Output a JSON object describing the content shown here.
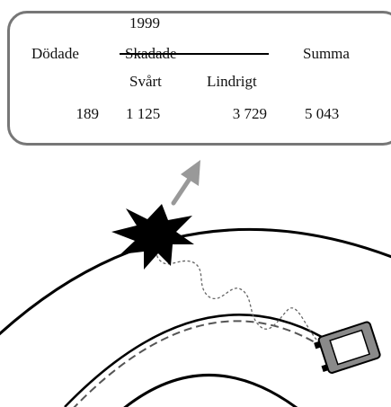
{
  "table": {
    "year": "1999",
    "headers": {
      "dead": "Dödade",
      "injured": "Skadade",
      "severe": "Svårt",
      "minor": "Lindrigt",
      "total": "Summa"
    },
    "values": {
      "dead": "189",
      "severe": "1 125",
      "minor": "3 729",
      "total": "5 043"
    }
  },
  "colors": {
    "box_border": "#777777",
    "arrow": "#999999",
    "line": "#000000",
    "path": "#555555"
  },
  "icons": {
    "explosion": "starburst",
    "device": "phone-device",
    "arrow": "arrow-up-right"
  }
}
